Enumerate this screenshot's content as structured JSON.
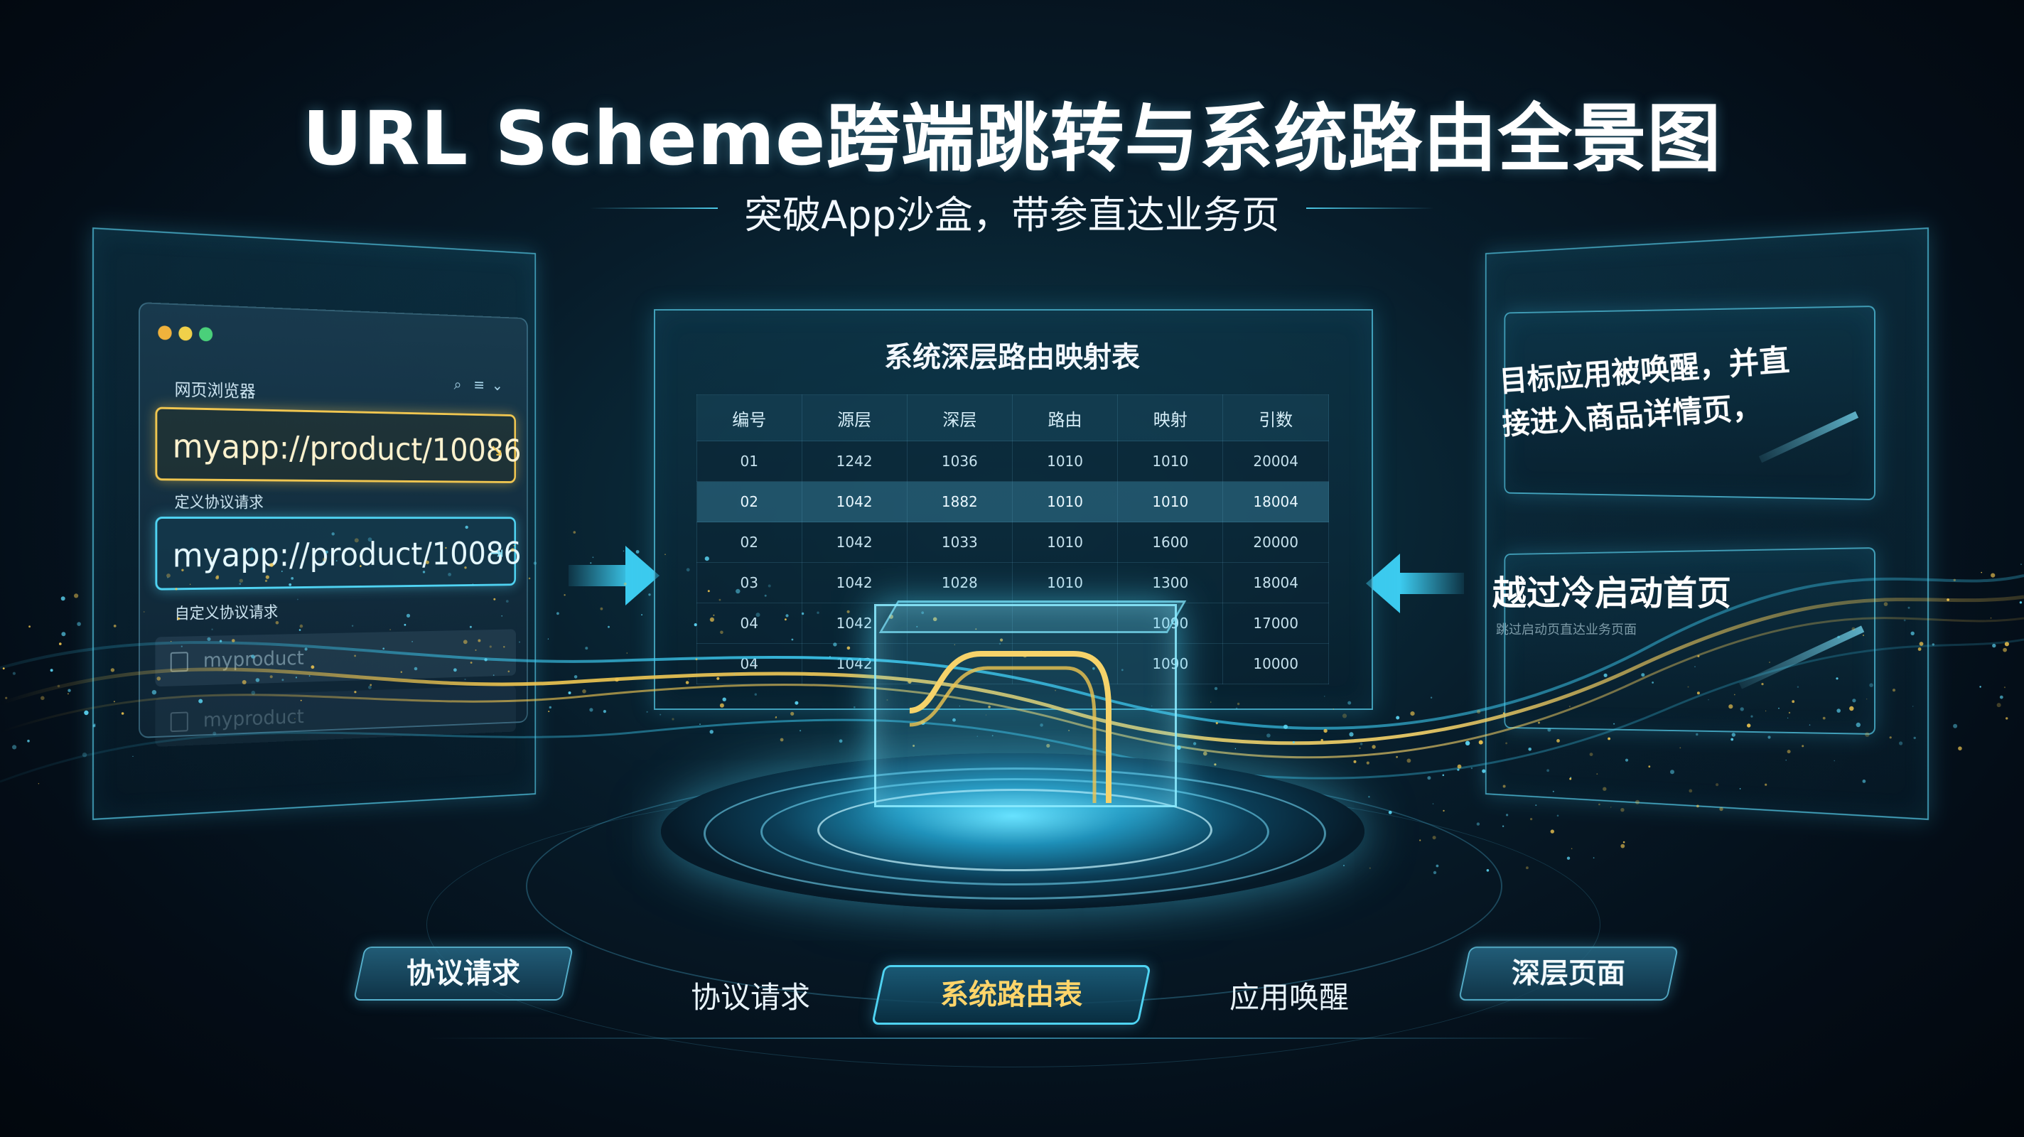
{
  "header": {
    "title": "URL Scheme跨端跳转与系统路由全景图",
    "subtitle": "突破App沙盒，带参直达业务页"
  },
  "browser": {
    "label": "网页浏览器",
    "primary_url": "myapp://product/10086",
    "label2": "定义协议请求",
    "secondary_url": "myapp://product/10086",
    "label3": "自定义协议请求",
    "ghost_items": [
      "myproduct",
      "myproduct"
    ],
    "dot_colors": [
      "#f0b23c",
      "#f0d04a",
      "#4ad07a"
    ]
  },
  "route_table": {
    "title": "系统深层路由映射表",
    "headers": [
      "编号",
      "源层",
      "深层",
      "路由",
      "映射",
      "引数"
    ],
    "rows": [
      [
        "01",
        "1242",
        "1036",
        "1010",
        "1010",
        "20004"
      ],
      [
        "02",
        "1042",
        "1882",
        "1010",
        "1010",
        "18004"
      ],
      [
        "02",
        "1042",
        "1033",
        "1010",
        "1600",
        "20000"
      ],
      [
        "03",
        "1042",
        "1028",
        "1010",
        "1300",
        "18004"
      ],
      [
        "04",
        "1042",
        "",
        "",
        "1090",
        "17000"
      ],
      [
        "04",
        "1042",
        "",
        "",
        "1090",
        "10000"
      ]
    ],
    "highlight_row": 1
  },
  "right_panel": {
    "card1_text": "目标应用被唤醒，并直接进入商品详情页，",
    "card2_title": "越过冷启动首页",
    "card2_sub": "跳过启动页直达业务页面"
  },
  "nav": {
    "items": [
      "协议请求",
      "协议请求",
      "系统路由表",
      "应用唤醒",
      "深层页面"
    ],
    "active": 2
  },
  "colors": {
    "accent_cyan": "#4fd3f2",
    "accent_gold": "#f0c650",
    "highlight_text": "#ffd56a"
  }
}
